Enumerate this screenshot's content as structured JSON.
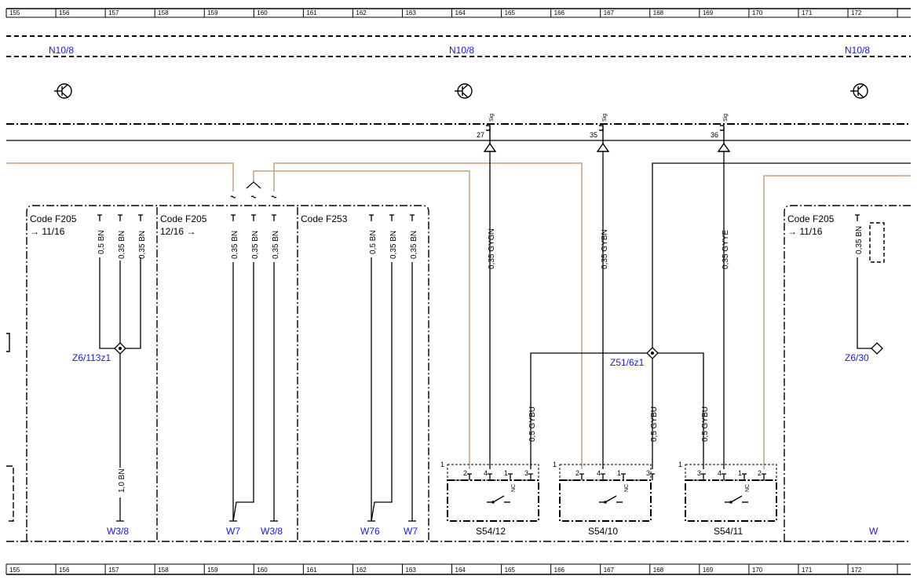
{
  "ruler": {
    "numbers": [
      "155",
      "156",
      "157",
      "158",
      "159",
      "160",
      "161",
      "162",
      "163",
      "164",
      "165",
      "166",
      "167",
      "168",
      "169",
      "170",
      "171",
      "172"
    ]
  },
  "ecu_labels": [
    "N10/8",
    "N10/8",
    "N10/8"
  ],
  "connector": {
    "sig": [
      "Sig",
      "Sig",
      "Sig"
    ],
    "pins": [
      "27",
      "35",
      "36"
    ]
  },
  "code_boxes": [
    {
      "code": "Code F205",
      "ref": "→ 11/16"
    },
    {
      "code": "Code F205",
      "ref": "12/16 →"
    },
    {
      "code": "Code F253",
      "ref": ""
    },
    {
      "code": "Code F205",
      "ref": "→ 11/16"
    }
  ],
  "wires": {
    "bn05": "0,5 BN",
    "bn035": "0,35 BN",
    "bn10": "1,0 BN",
    "gygn": "0,35 GYGN",
    "gybn": "0,35 GYBN",
    "gyye": "0,35 GYYE",
    "gybu": "0,5 GYBU"
  },
  "splices": [
    "Z6/113z1",
    "Z51/6z1",
    "Z6/30"
  ],
  "grounds": [
    "W3/8",
    "W7",
    "W3/8",
    "W76",
    "W7",
    "W"
  ],
  "switches": [
    {
      "name": "S54/12",
      "one": "1",
      "pins": [
        "2",
        "4",
        "1",
        "3"
      ],
      "nc": "NC"
    },
    {
      "name": "S54/10",
      "one": "1",
      "pins": [
        "2",
        "4",
        "1",
        "3"
      ],
      "nc": "NC"
    },
    {
      "name": "S54/11",
      "one": "1",
      "pins": [
        "3",
        "4",
        "1",
        "2"
      ],
      "nc": "NC"
    }
  ],
  "colors": {
    "wire_black": "#000000",
    "wire_tan": "#c8a078",
    "label_blue": "#1a1ad6"
  }
}
